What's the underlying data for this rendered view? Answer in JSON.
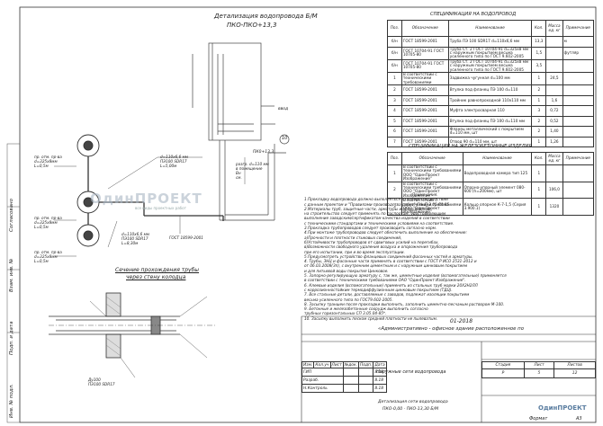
{
  "drawing": {
    "title_line1": "Детализация водопровода Б/М",
    "title_line2": "ПКО-ПКО+13,3",
    "section_title_1": "Сечение прохождения трубы",
    "section_title_2": "через стену колодца",
    "labels": {
      "vvod": "ввод",
      "pk": "ПК0+13,3",
      "marker": "10",
      "well_top": [
        "пр. отм. пр-ва",
        "d=325х8мм",
        "L=0,5м"
      ],
      "well_mid": [
        "пр. отм. пр-ва",
        "d=325х8мм",
        "L=0,5м"
      ],
      "pipe1": [
        "d=110х6,6 мм",
        "ПЭ100 SDR17",
        "L=5,00м"
      ],
      "pipe2": [
        "d=110х6,6 мм",
        "ПЭ100 SDR17",
        "L=8,30м"
      ],
      "gost": [
        "ГОСТ 18599-2001"
      ],
      "well_bottom": [
        "пр. отм. пр-ва",
        "d=325х8мм",
        "L=0,5м"
      ],
      "right_note": [
        "разгр. d=110 мм",
        "в помещение",
        "Вн",
        "см."
      ],
      "bottom_labels": [
        "Ду100",
        "ПЭ100 SDR17"
      ]
    }
  },
  "spec1": {
    "title": "СПЕЦИФИКАЦИЯ НА ВОДОПРОВОД",
    "headers": [
      "Поз.",
      "Обозначение",
      "Наименование",
      "Кол.",
      "Масса ед. кг",
      "Примечание"
    ],
    "rows": [
      [
        "б/н",
        "ГОСТ 18599-2001",
        "Труба ПЭ 100 SDR17 d=110х6,6 мм",
        "13,3",
        "",
        "м"
      ],
      [
        "б/н",
        "ГОСТ 10704-91 ГОСТ 10705-80",
        "Труба Ст. 2 ГОСТ 10704-91 d=325х8 мм с наружным покрытием весьма усиленного типа по ГОСТ 9.602-2005",
        "1,5",
        "",
        "футляр"
      ],
      [
        "б/н",
        "ГОСТ 10704-91 ГОСТ 10705-80",
        "Труба Ст. 2 ГОСТ 10704-91 d=325х8 мм с наружным покрытием весьма усиленного типа по ГОСТ 9.602-2005",
        "3,5",
        "",
        ""
      ],
      [
        "1",
        "В соответствии с техническими требованиями",
        "Задвижка чугунная d=100 мм",
        "1",
        "24,5",
        ""
      ],
      [
        "2",
        "ГОСТ 18599-2001",
        "Втулка под фланец ПЭ 100 d=110",
        "2",
        "",
        ""
      ],
      [
        "3",
        "ГОСТ 18599-2001",
        "Тройник равнопроходной 110х110 мм",
        "1",
        "1,6",
        ""
      ],
      [
        "4",
        "ГОСТ 18599-2001",
        "Муфта электросварная 110",
        "3",
        "0,72",
        ""
      ],
      [
        "5",
        "ГОСТ 18599-2001",
        "Втулка под фланец ПЭ 100 d=110 мм",
        "2",
        "0,52",
        ""
      ],
      [
        "6",
        "ГОСТ 18599-2001",
        "Фланец металлический с покрытием d=110 мм, шт",
        "2",
        "1,40",
        ""
      ],
      [
        "7",
        "ГОСТ 18599-2001",
        "Отвод 90 d=110 мм, шт",
        "1",
        "1,26",
        ""
      ]
    ]
  },
  "spec2": {
    "title": "СПЕЦИФИКАЦИЯ НА ЖЕЛЕЗОБЕТОННЫЕ ИЗДЕЛИЯ",
    "headers": [
      "Поз.",
      "Обозначение",
      "Наименование",
      "Кол.",
      "Масса ед. кг",
      "Примечание"
    ],
    "rows": [
      [
        "1",
        "В соответствии с техническими требованиями ООО \"ОдинПроект Изображение\"",
        "Водопроводная камера тип 125",
        "1",
        "",
        ""
      ],
      [
        "2",
        "В соответствии с техническими требованиями ООО \"ОдинПроект Изображение\"",
        "Опорно-упорный элемент 080-600 (h=200мм), шт",
        "1",
        "106,0",
        ""
      ],
      [
        "3",
        "В соответствии с техническими требованиями ООО \"ОдинПроект Изображение\"",
        "Кольцо опорное К-7-1,5 (Серия 3.900.1)",
        "1",
        "1320",
        ""
      ]
    ]
  },
  "notes": {
    "title": "Примечания.",
    "lines": [
      "1.Прокладку водопровода должно выполняться в полном соответствии",
      "с данным проектом и \"Правилами производства работ\" СНиП 3.05.04-85.",
      "2.Материалы труб, защитные части, арматуры и оборудование",
      "на строительство следует применять по паспортам, удостоверяющим",
      "выполнение заводским/сертификатом качества изделий в соответствии",
      "с техническими стандартами и техническими условиями на соответствие.",
      "3.Прокладка трубопроводов следует производить согласно норм.",
      "4.При монтаже трубопроводов следует обеспечить выполнение на обеспечение:",
      "а)Прочности и плотности стыковых соединений,",
      "б)Устойчивости трубопроводов от сдвиговых усилий на перегибах,",
      "в)Возможности свободного удаления воздуха и опорожнения трубопровода",
      "при его испытании, при и во время эксплуатации.",
      "5.Предусмотреть устройство фланцевых соединений фасонных частей и арматуры.",
      "4. Трубы, ЗНЦ и фасонные части применять в соответствии с ГОСТ Р ИСО 2531-2012 и",
      "от 06.03.2008(Зп), с внутренним цементным и с наружным цинковым покрытием",
      "и для питьевой воды покрытия Цинковое.",
      "5. Запорно-регулирующую арматуру с, так же, цементные изделия (вспомогательные) применяется",
      "в соответствии с техническими требованиями ОАО \"ОдинПроект Изображение\".",
      "6. Клеевые изделия (вспомогательные) применять из стальных труб марки 20Х2Н2ЛЛ",
      "с коррозионностойким термодиффузионным цинковым покрытием (ТДЦ).",
      "7. Все стальные детали, доставляемые с заводов, подлежат изоляции покрытием",
      "весьма усиленного типа по ГОСТ9.602-2005.",
      "8. Засыпку траншеи после прокладки выполнить, заполнить цементно-песчаным раствором М-100.",
      "9. Бетонные и железобетонные соорудж выполнить согласно",
      "трубных горизонтальных СП 3.05.04-85*.",
      "10. Засыпку выполнить песком средней плотности не пылеватым."
    ]
  },
  "stamp": {
    "code": "01-2018",
    "object": "«Административно - офисное здание расположенное по",
    "sheet_title": "Наружные сети водопровода",
    "headers": [
      "Изм.",
      "Кол.уч",
      "Лист",
      "№док.",
      "Подп.",
      "Дата"
    ],
    "roles": [
      "ГИП",
      "Разраб.",
      "Н.Контроль"
    ],
    "dates": [
      "8.18",
      "8.18",
      "8.18"
    ],
    "stage_header": "Стадия",
    "sheet_header": "Лист",
    "sheets_header": "Листов",
    "stage": "Р",
    "sheet": "5",
    "sheets": "12",
    "drawing_name_1": "Детализация сети водопровода",
    "drawing_name_2": "ПКО-0,00 - ПКО-13,30 Б/М",
    "company": "ОдинПРОЕКТ",
    "format_label": "Формат",
    "format": "А3"
  },
  "side_labels": [
    "Инв. № подл.",
    "Подп. и дата",
    "Взам. инв. №",
    "Согласовано"
  ],
  "watermark": "ОдинПРОЕКТ",
  "watermark_sub": "все виды проектных работ"
}
